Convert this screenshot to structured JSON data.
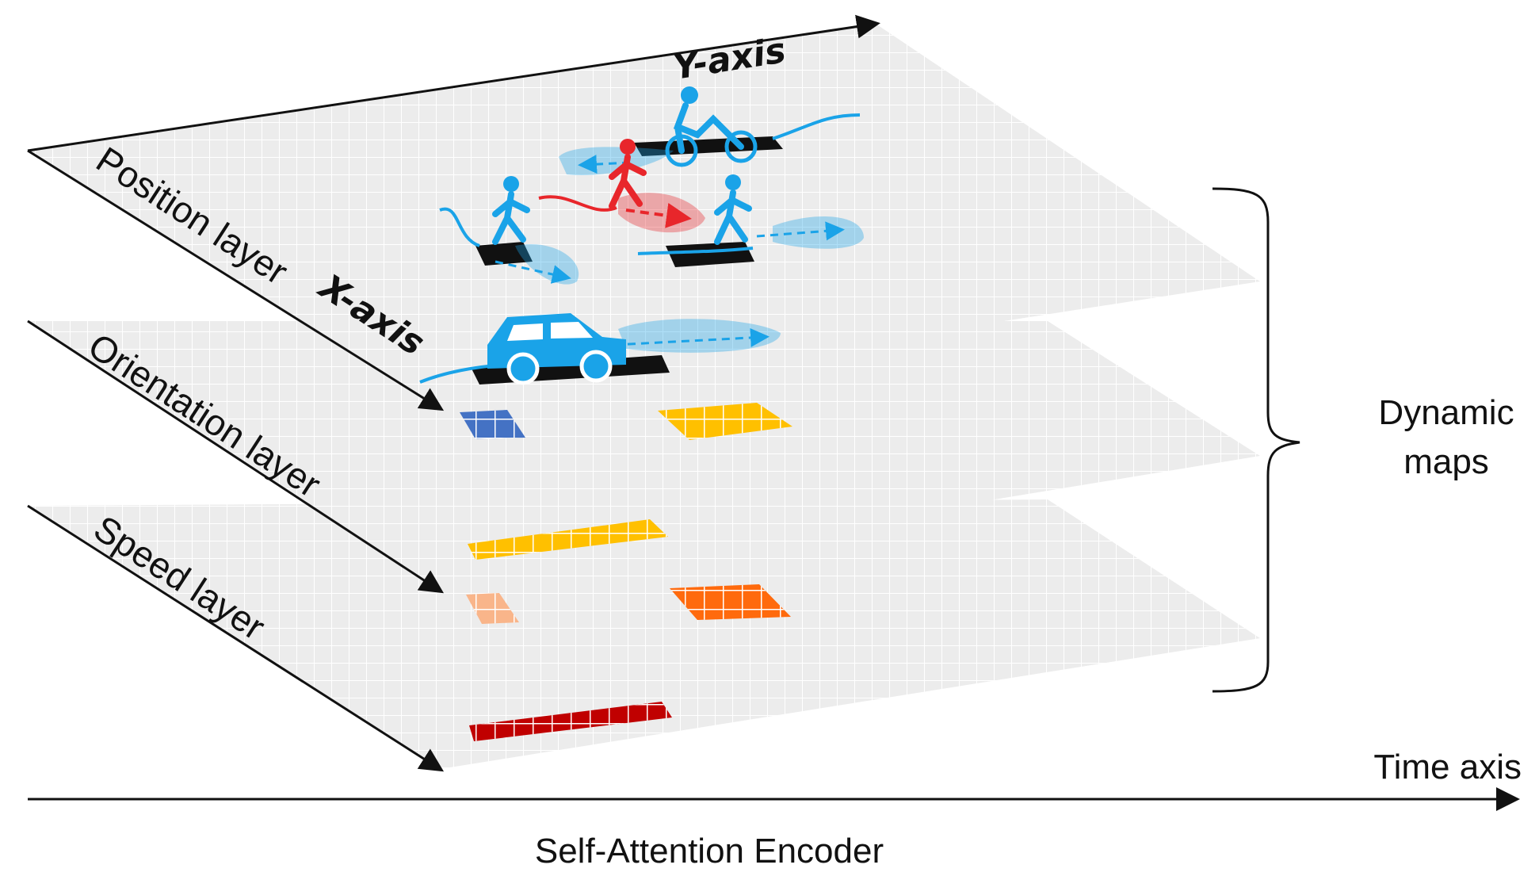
{
  "layers": {
    "position": "Position layer",
    "orientation": "Orientation  layer",
    "speed": "Speed layer"
  },
  "axes": {
    "x": "X-axis",
    "y": "Y-axis",
    "time": "Time axis"
  },
  "bracket_label": {
    "line1": "Dynamic",
    "line2": "maps"
  },
  "encoder_label": "Self-Attention Encoder",
  "agents": [
    "pedestrian",
    "pedestrian",
    "pedestrian",
    "cyclist",
    "car"
  ],
  "target_agent": "pedestrian",
  "colors": {
    "grid_fill": "#ececec",
    "grid_line": "#ffffff",
    "agent": "#1aa3e8",
    "target": "#e8262b",
    "occupied_cell": "#111111",
    "orientation_blue": "#4472c4",
    "orientation_yellow": "#ffc000",
    "speed_light": "#f9b58a",
    "speed_orange": "#ff6a0d",
    "speed_dark_red": "#c00000"
  }
}
